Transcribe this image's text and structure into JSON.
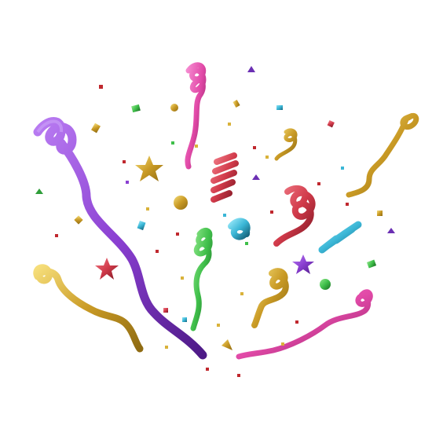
{
  "scene": {
    "subject": "confetti-burst",
    "background_color": "#ffffff"
  },
  "palette": {
    "gold": "#d9b23a",
    "gold_dark": "#8f6b12",
    "purple": "#8a3fd1",
    "purple_dark": "#4d1a86",
    "pink": "#e24aa8",
    "pink_dark": "#8e1d63",
    "red": "#d13a4a",
    "red_dark": "#7d1622",
    "blue": "#3ab6d6",
    "blue_dark": "#17647c",
    "green": "#3fbf4a",
    "green_dark": "#1a6b22"
  },
  "elements": {
    "ribbons": [
      "purple-ribbon",
      "pink-ribbon",
      "red-coil",
      "red-ribbon",
      "blue-coil-left",
      "blue-coil-right",
      "green-ribbon",
      "gold-ribbon-right",
      "gold-ribbon-left",
      "gold-ribbon-center",
      "gold-curl-top",
      "pink-ribbon-bottom"
    ],
    "stars": [
      "gold-star",
      "red-star",
      "purple-star"
    ]
  }
}
